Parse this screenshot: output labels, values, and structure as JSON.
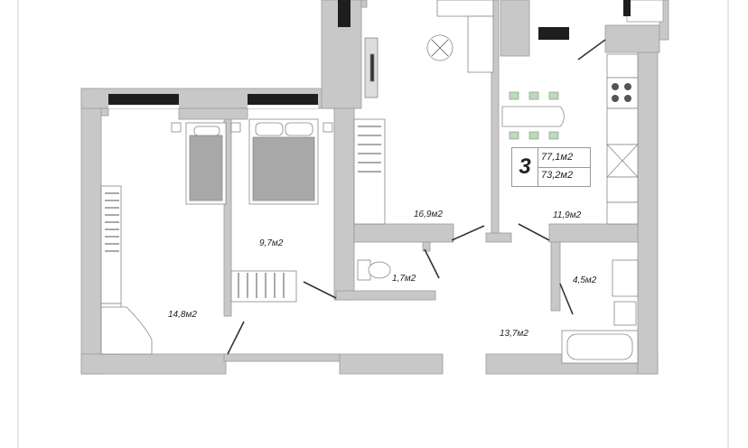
{
  "rooms_count": "3",
  "total_area": "77,1м2",
  "living_area": "73,2м2",
  "rooms": [
    {
      "name": "room-living",
      "area": "16,9м2"
    },
    {
      "name": "room-kitchen",
      "area": "11,9м2"
    },
    {
      "name": "room-bedroom",
      "area": "9,7м2"
    },
    {
      "name": "room-wc",
      "area": "1,7м2"
    },
    {
      "name": "room-bathroom",
      "area": "4,5м2"
    },
    {
      "name": "room-large",
      "area": "14,8м2"
    },
    {
      "name": "room-hall",
      "area": "13,7м2"
    }
  ],
  "colors": {
    "wall": "#c8c8c8",
    "wall_edge": "#9a9a9a",
    "window": "#222222",
    "furniture": "#ffffff",
    "furniture_edge": "#888888",
    "bed": "#a8a8a8",
    "chair": "#b9dcb9"
  }
}
